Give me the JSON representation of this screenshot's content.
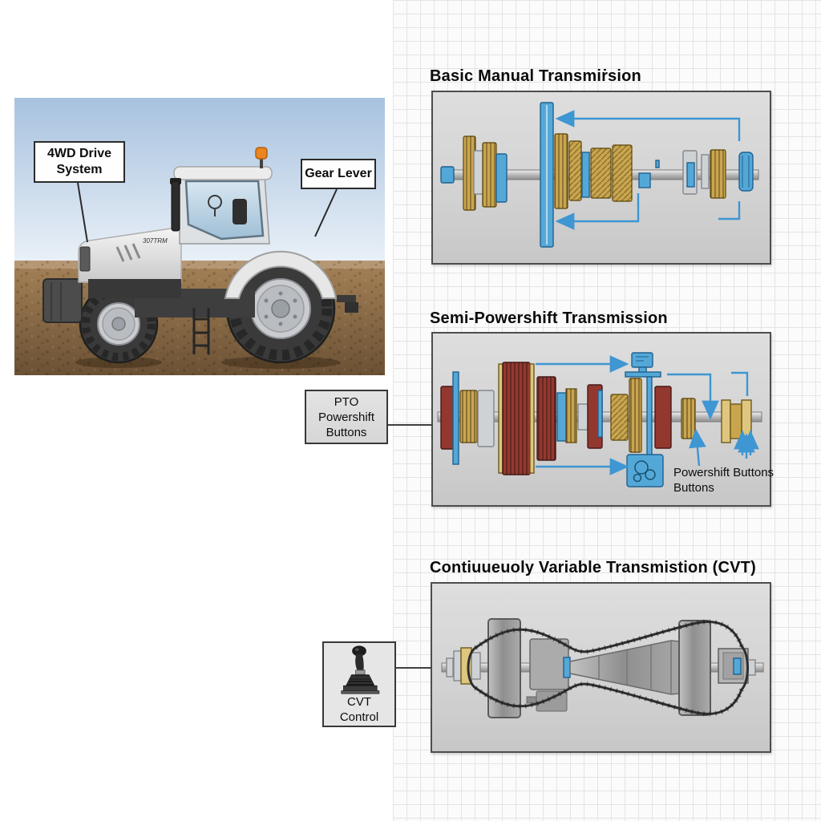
{
  "titles": {
    "panel1": "Basic Manual Transmiṙsion",
    "panel2": "Semi-Powershift Transmission",
    "panel3": "Contiuueuoly Variable Transmistion (CVT)"
  },
  "tractor": {
    "label_drive_system": "4WD Drive\nSystem",
    "label_gear_lever": "Gear Lever",
    "hood_text": "307TRM"
  },
  "callouts": {
    "pto": "PTO\nPowershift\nButtons",
    "cvt_control": "CVT\nControl"
  },
  "annotations": {
    "powershift_buttons": "Powershift Buttons\nButtons"
  },
  "colors": {
    "arrow_blue": "#3e96d2",
    "brass_gear": "#c9a64e",
    "clutch_maroon": "#93382f",
    "selector_blue": "#54a8d8",
    "panel_gray": "#d2d2d2"
  }
}
